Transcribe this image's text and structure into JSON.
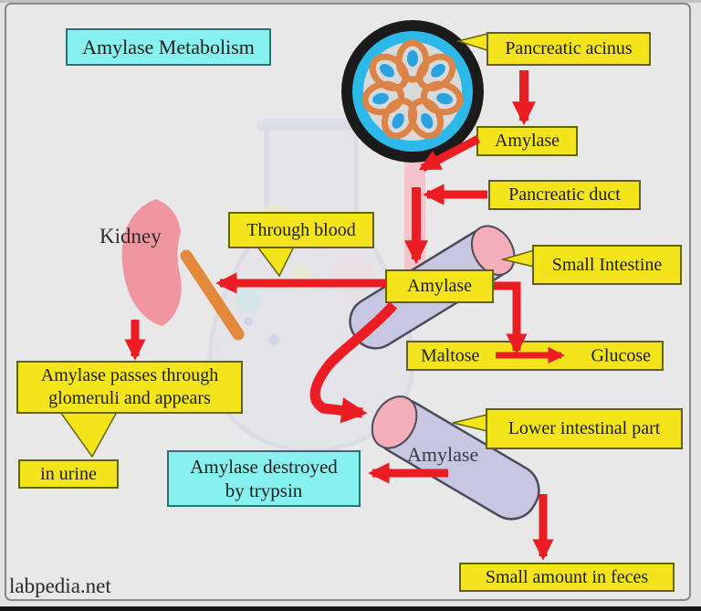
{
  "site": "labpedia.net",
  "title": "Amylase Metabolism",
  "nodes": {
    "pancreatic_acinus": "Pancreatic acinus",
    "amylase_from_acinus": "Amylase",
    "pancreatic_duct": "Pancreatic duct",
    "through_blood": "Through blood",
    "small_intestine": "Small Intestine",
    "amylase_in_intestine": "Amylase",
    "maltose": "Maltose",
    "glucose": "Glucose",
    "kidney": "Kidney",
    "glomeruli_line1": "Amylase passes through",
    "glomeruli_line2": "glomeruli and appears",
    "in_urine": "in urine",
    "amylase_destroyed_line1": "Amylase destroyed",
    "amylase_destroyed_line2": "by trypsin",
    "lower_intestinal_part": "Lower intestinal part",
    "amylase_in_lower_intestine": "Amylase",
    "small_amount_in_feces": "Small amount in feces"
  },
  "colors": {
    "background": "#e9e8e8",
    "label_yellow": "#f4e41c",
    "label_cyan": "#86f1ef",
    "arrow_red": "#eb1c22",
    "duct_band_pink": "#f6c3ca",
    "intestine_lavender": "#c9c6e2",
    "intestine_end_pink": "#f3aeb9",
    "kidney_pink": "#f096a0",
    "ureter_orange": "#e2893c",
    "acinus_ring_black": "#1b1b1b",
    "acinus_lumen_cyan": "#2cb9e9",
    "acinus_cell_orange": "#dc8448",
    "nucleus_blue": "#2aa2e2"
  }
}
